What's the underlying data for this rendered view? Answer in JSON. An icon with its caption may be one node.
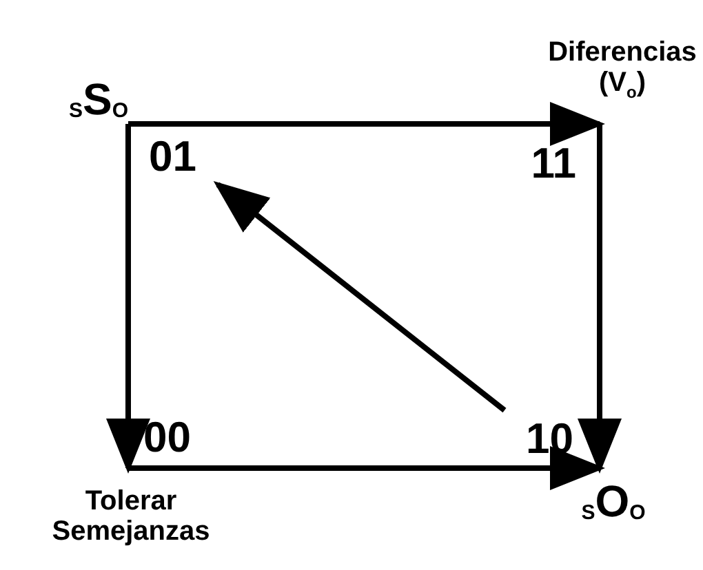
{
  "diagram": {
    "nodes": [
      {
        "text": [
          "$_{S}$S$_{O}$"
        ]
      },
      {
        "text": [
          "Diferencias (V$_{o}$)"
        ]
      },
      {
        "text": [
          "Tolerar Semejanzas"
        ]
      },
      {
        "text": [
          "$_{S}$O$_{O}$"
        ]
      },
      {
        "text": [
          "01"
        ]
      },
      {
        "text": [
          "11"
        ]
      },
      {
        "text": [
          "00"
        ]
      },
      {
        "text": [
          "10"
        ]
      }
    ],
    "edges": [
      {
        "from": 0,
        "to": 1,
        "arrow": "to"
      },
      {
        "from": 1,
        "to": 3,
        "arrow": "to"
      },
      {
        "from": 0,
        "to": 2,
        "arrow": "to"
      },
      {
        "from": 2,
        "to": 3,
        "arrow": "to"
      },
      {
        "from": 7,
        "to": 4,
        "arrow": "to"
      }
    ]
  }
}
